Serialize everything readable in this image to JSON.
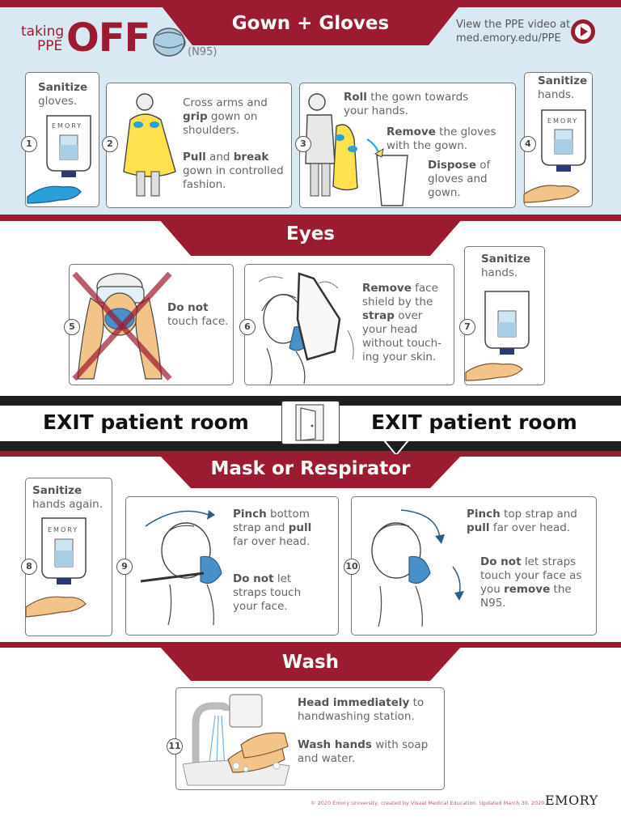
{
  "title": {
    "taking": "taking",
    "ppe": "PPE",
    "off": "OFF",
    "n95": "(N95)"
  },
  "video": {
    "line1": "View the PPE video at",
    "line2": "med.emory.edu/PPE"
  },
  "sections": {
    "gown": "Gown + Gloves",
    "eyes": "Eyes",
    "mask": "Mask or Respirator",
    "wash": "Wash"
  },
  "steps": {
    "s1": {
      "num": "1",
      "bold": "Sanitize",
      "rest": "gloves."
    },
    "s2": {
      "num": "2",
      "a1": "Cross arms and",
      "a2b": "grip",
      "a2": " gown on",
      "a3": "shoulders.",
      "b1b": "Pull",
      "b1m": " and ",
      "b1c": "break",
      "b2": "gown in controlled",
      "b3": "fashion."
    },
    "s3": {
      "num": "3",
      "a1b": "Roll",
      "a1": " the gown towards",
      "a2": "your hands.",
      "b1b": "Remove",
      "b1": " the gloves",
      "b2": "with the gown.",
      "c1b": "Dispose",
      "c1": " of",
      "c2": "gloves and",
      "c3": "gown."
    },
    "s4": {
      "num": "4",
      "bold": "Sanitize",
      "rest": "hands."
    },
    "s5": {
      "num": "5",
      "bold": "Do not",
      "rest": "touch face."
    },
    "s6": {
      "num": "6",
      "l1b": "Remove",
      "l1": " face",
      "l2": "shield by the",
      "l3b": "strap",
      "l3": " over",
      "l4": "your head",
      "l5": "without touch-",
      "l6": "ing your skin."
    },
    "s7": {
      "num": "7",
      "bold": "Sanitize",
      "rest": "hands."
    },
    "s8": {
      "num": "8",
      "bold": "Sanitize",
      "rest": "hands again."
    },
    "s9": {
      "num": "9",
      "a1b": "Pinch",
      "a1": " bottom",
      "a2": "strap and ",
      "a2b": "pull",
      "a3": "far over head.",
      "b1b": "Do not",
      "b1": " let",
      "b2": "straps touch",
      "b3": "your face."
    },
    "s10": {
      "num": "10",
      "a1b": "Pinch",
      "a1": " top strap and",
      "a2b": "pull",
      "a2": " far over head.",
      "b1b": "Do not",
      "b1": " let straps",
      "b2": "touch your face as",
      "b3": "you ",
      "b3b": "remove",
      "b3c": " the",
      "b4": "N95."
    },
    "s11": {
      "num": "11",
      "a1b": "Head immediately",
      "a1": " to",
      "a2": "handwashing station.",
      "b1b": "Wash hands",
      "b1": " with soap",
      "b2": "and water."
    }
  },
  "exit": {
    "left": "EXIT patient room",
    "right": "EXIT patient room"
  },
  "dispenser_label": "EMORY",
  "footer": {
    "copyright": "© 2020 Emory University, created by Visual Medical Education. Updated March 30, 2020",
    "logo": "EMORY"
  },
  "colors": {
    "maroon": "#9b1b30",
    "light_blue": "#d9e9f4",
    "dark": "#1e1e1e"
  }
}
